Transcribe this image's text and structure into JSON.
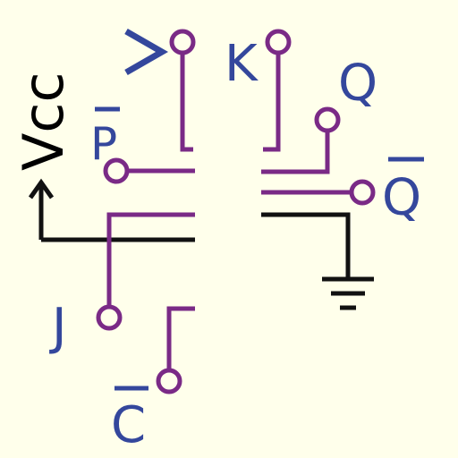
{
  "colors": {
    "background": "#FFFFEB",
    "wire_black": "#111111",
    "wire_purple": "#7A2A86",
    "label_blue": "#34479C",
    "label_black": "#111111"
  },
  "labels": {
    "vcc": "Vcc",
    "k": "K",
    "q": "Q",
    "p_bar": "P",
    "q_bar": "Q",
    "j": "J",
    "c_bar": "C"
  },
  "symbols": {
    "clock_marker": ">",
    "ground": "ground-icon",
    "vcc_arrow": "arrow-up-icon"
  }
}
